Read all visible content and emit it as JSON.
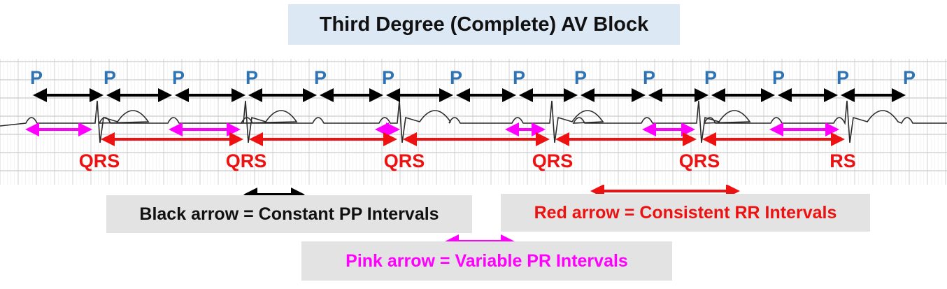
{
  "title": "Third Degree (Complete) AV Block",
  "colors": {
    "p_label": "#2e74b5",
    "black_arrow": "#000000",
    "red_arrow": "#ee1111",
    "pink_arrow": "#ff00ff",
    "grid": "#bdbdbd",
    "trace": "#2a2a2a"
  },
  "p_labels": [
    "P",
    "P",
    "P",
    "P",
    "P",
    "P",
    "P",
    "P",
    "P",
    "P",
    "P",
    "P",
    "P",
    "P"
  ],
  "qrs_labels": [
    "QRS",
    "QRS",
    "QRS",
    "QRS",
    "QRS",
    "RS"
  ],
  "legend": {
    "black": "Black arrow = Constant PP Intervals",
    "red": "Red arrow = Consistent RR Intervals",
    "pink": "Pink arrow = Variable PR Intervals"
  }
}
